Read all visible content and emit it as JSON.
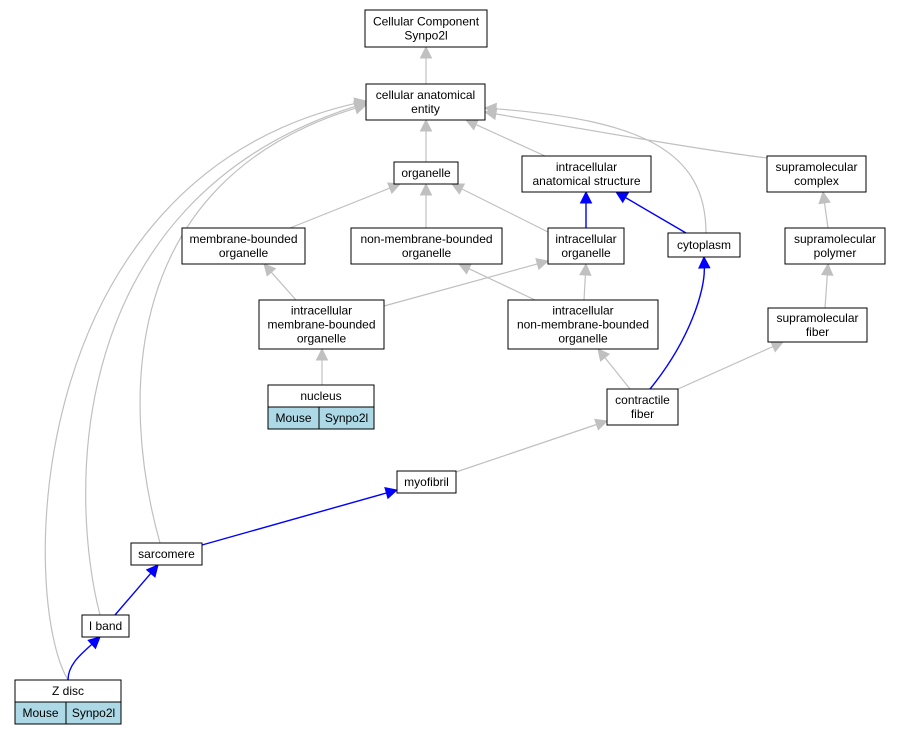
{
  "nodes": {
    "root": [
      "Cellular Component",
      "Synpo2l"
    ],
    "cae": [
      "cellular anatomical",
      "entity"
    ],
    "organelle": [
      "organelle"
    ],
    "ias": [
      "intracellular",
      "anatomical structure"
    ],
    "smc": [
      "supramolecular",
      "complex"
    ],
    "mbo": [
      "membrane-bounded",
      "organelle"
    ],
    "nmbo": [
      "non-membrane-bounded",
      "organelle"
    ],
    "io": [
      "intracellular",
      "organelle"
    ],
    "cytoplasm": [
      "cytoplasm"
    ],
    "smp": [
      "supramolecular",
      "polymer"
    ],
    "imbo": [
      "intracellular",
      "membrane-bounded",
      "organelle"
    ],
    "inmbo": [
      "intracellular",
      "non-membrane-bounded",
      "organelle"
    ],
    "smf": [
      "supramolecular",
      "fiber"
    ],
    "nucleus": [
      "nucleus"
    ],
    "cf": [
      "contractile",
      "fiber"
    ],
    "myofibril": [
      "myofibril"
    ],
    "sarcomere": [
      "sarcomere"
    ],
    "iband": [
      "I band"
    ],
    "zdisc": [
      "Z disc"
    ]
  },
  "annotations": {
    "nucleus": [
      "Mouse",
      "Synpo2l"
    ],
    "zdisc": [
      "Mouse",
      "Synpo2l"
    ]
  },
  "edge_colors": {
    "is_a": "#c0c0c0",
    "part_of": "#0000ff"
  },
  "edges": [
    {
      "from": "cae",
      "to": "root",
      "type": "is_a"
    },
    {
      "from": "organelle",
      "to": "cae",
      "type": "is_a"
    },
    {
      "from": "ias",
      "to": "cae",
      "type": "is_a"
    },
    {
      "from": "smc",
      "to": "cae",
      "type": "is_a"
    },
    {
      "from": "cytoplasm",
      "to": "cae",
      "type": "is_a"
    },
    {
      "from": "sarcomere",
      "to": "cae",
      "type": "is_a"
    },
    {
      "from": "iband",
      "to": "cae",
      "type": "is_a"
    },
    {
      "from": "zdisc",
      "to": "cae",
      "type": "is_a"
    },
    {
      "from": "mbo",
      "to": "organelle",
      "type": "is_a"
    },
    {
      "from": "nmbo",
      "to": "organelle",
      "type": "is_a"
    },
    {
      "from": "io",
      "to": "organelle",
      "type": "is_a"
    },
    {
      "from": "io",
      "to": "ias",
      "type": "part_of"
    },
    {
      "from": "cytoplasm",
      "to": "ias",
      "type": "part_of"
    },
    {
      "from": "smp",
      "to": "smc",
      "type": "is_a"
    },
    {
      "from": "imbo",
      "to": "mbo",
      "type": "is_a"
    },
    {
      "from": "imbo",
      "to": "io",
      "type": "is_a"
    },
    {
      "from": "inmbo",
      "to": "nmbo",
      "type": "is_a"
    },
    {
      "from": "inmbo",
      "to": "io",
      "type": "is_a"
    },
    {
      "from": "smf",
      "to": "smp",
      "type": "is_a"
    },
    {
      "from": "nucleus",
      "to": "imbo",
      "type": "is_a"
    },
    {
      "from": "cf",
      "to": "inmbo",
      "type": "is_a"
    },
    {
      "from": "cf",
      "to": "cytoplasm",
      "type": "part_of"
    },
    {
      "from": "cf",
      "to": "smf",
      "type": "is_a"
    },
    {
      "from": "myofibril",
      "to": "cf",
      "type": "is_a"
    },
    {
      "from": "sarcomere",
      "to": "myofibril",
      "type": "part_of"
    },
    {
      "from": "iband",
      "to": "sarcomere",
      "type": "part_of"
    },
    {
      "from": "zdisc",
      "to": "iband",
      "type": "part_of"
    }
  ]
}
